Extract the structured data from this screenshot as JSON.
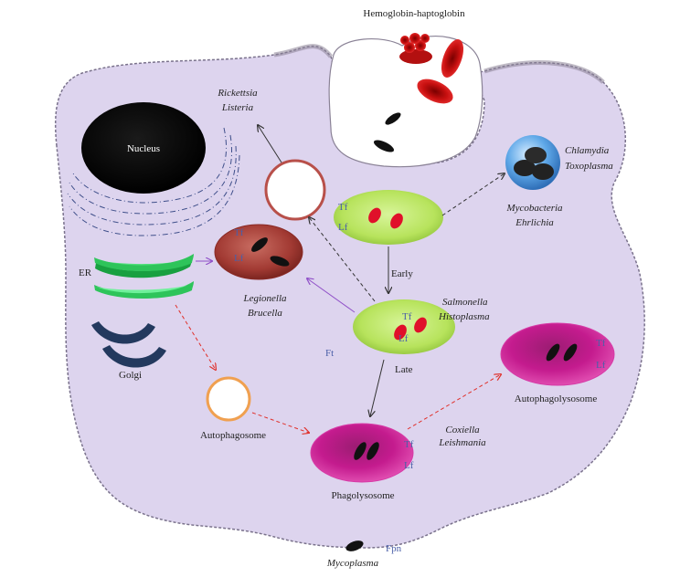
{
  "labels": {
    "hemoglobin": "Hemoglobin-haptoglobin",
    "nucleus": "Nucleus",
    "er": "ER",
    "golgi": "Golgi",
    "rickettsia": "Rickettsia",
    "listeria": "Listeria",
    "chlamydia": "Chlamydia",
    "toxoplasma": "Toxoplasma",
    "mycobacteria": "Mycobacteria",
    "ehrlichia": "Ehrlichia",
    "legionella": "Legionella",
    "brucella": "Brucella",
    "salmonella": "Salmonella",
    "histoplasma": "Histoplasma",
    "early": "Early",
    "late": "Late",
    "ft": "Ft",
    "autophagosome": "Autophagosome",
    "phagolysosome": "Phagolysosome",
    "autophagolysosome": "Autophagolysosome",
    "coxiella": "Coxiella",
    "leishmania": "Leishmania",
    "mycoplasma": "Mycoplasma",
    "fpn": "Fpn",
    "tf": "Tf",
    "lf": "Lf"
  },
  "colors": {
    "cytoplasm": "#ddd4ee",
    "membrane": "#7a728c",
    "early_vacuole": "#c3ea6a",
    "late_vacuole": "#c6e870",
    "legionella_vacuole": "#a8403a",
    "phagolysosome": "#c4188f",
    "autophagosome_ring": "#f0a050",
    "red_arrow": "#e0302a",
    "purple_arrow": "#9050c8",
    "er": "#2ec45a",
    "golgi": "#23395e",
    "label_blue": "#4a5fa8"
  }
}
